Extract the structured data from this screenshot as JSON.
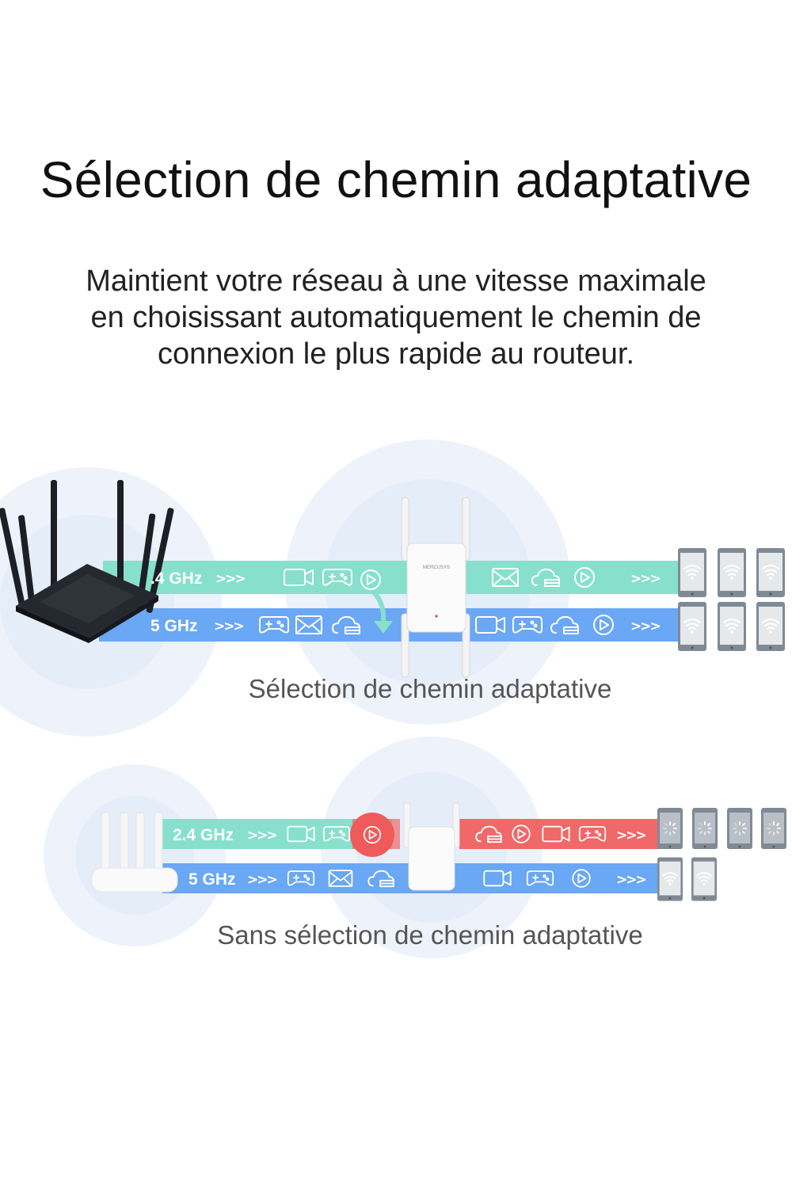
{
  "header": {
    "title": "Sélection de chemin adaptative",
    "subtitle_lines": [
      "Maintient votre réseau à une vitesse maximale",
      "en choisissant automatiquement le chemin de",
      "connexion le plus rapide au routeur."
    ]
  },
  "diagram_top": {
    "band_24_label": ".4 GHz",
    "band_5_label": "5 GHz",
    "chevrons": ">>>",
    "device_logo": "MERCUSYS",
    "caption": "Sélection de chemin adaptative"
  },
  "diagram_bottom": {
    "band_24_label": "2.4 GHz",
    "band_5_label": "5 GHz",
    "chevrons": ">>>",
    "caption": "Sans sélection de chemin adaptative"
  },
  "colors": {
    "band_24": "#86e0cc",
    "band_5": "#6aa7f4",
    "congested": "#f06868",
    "router": "#1c1f24",
    "phone": "#808a95",
    "halo": "#e9f0fb"
  },
  "icons": [
    "video-icon",
    "gamepad-icon",
    "play-icon",
    "mail-icon",
    "cloud-icon",
    "wifi-icon",
    "loading-icon"
  ]
}
